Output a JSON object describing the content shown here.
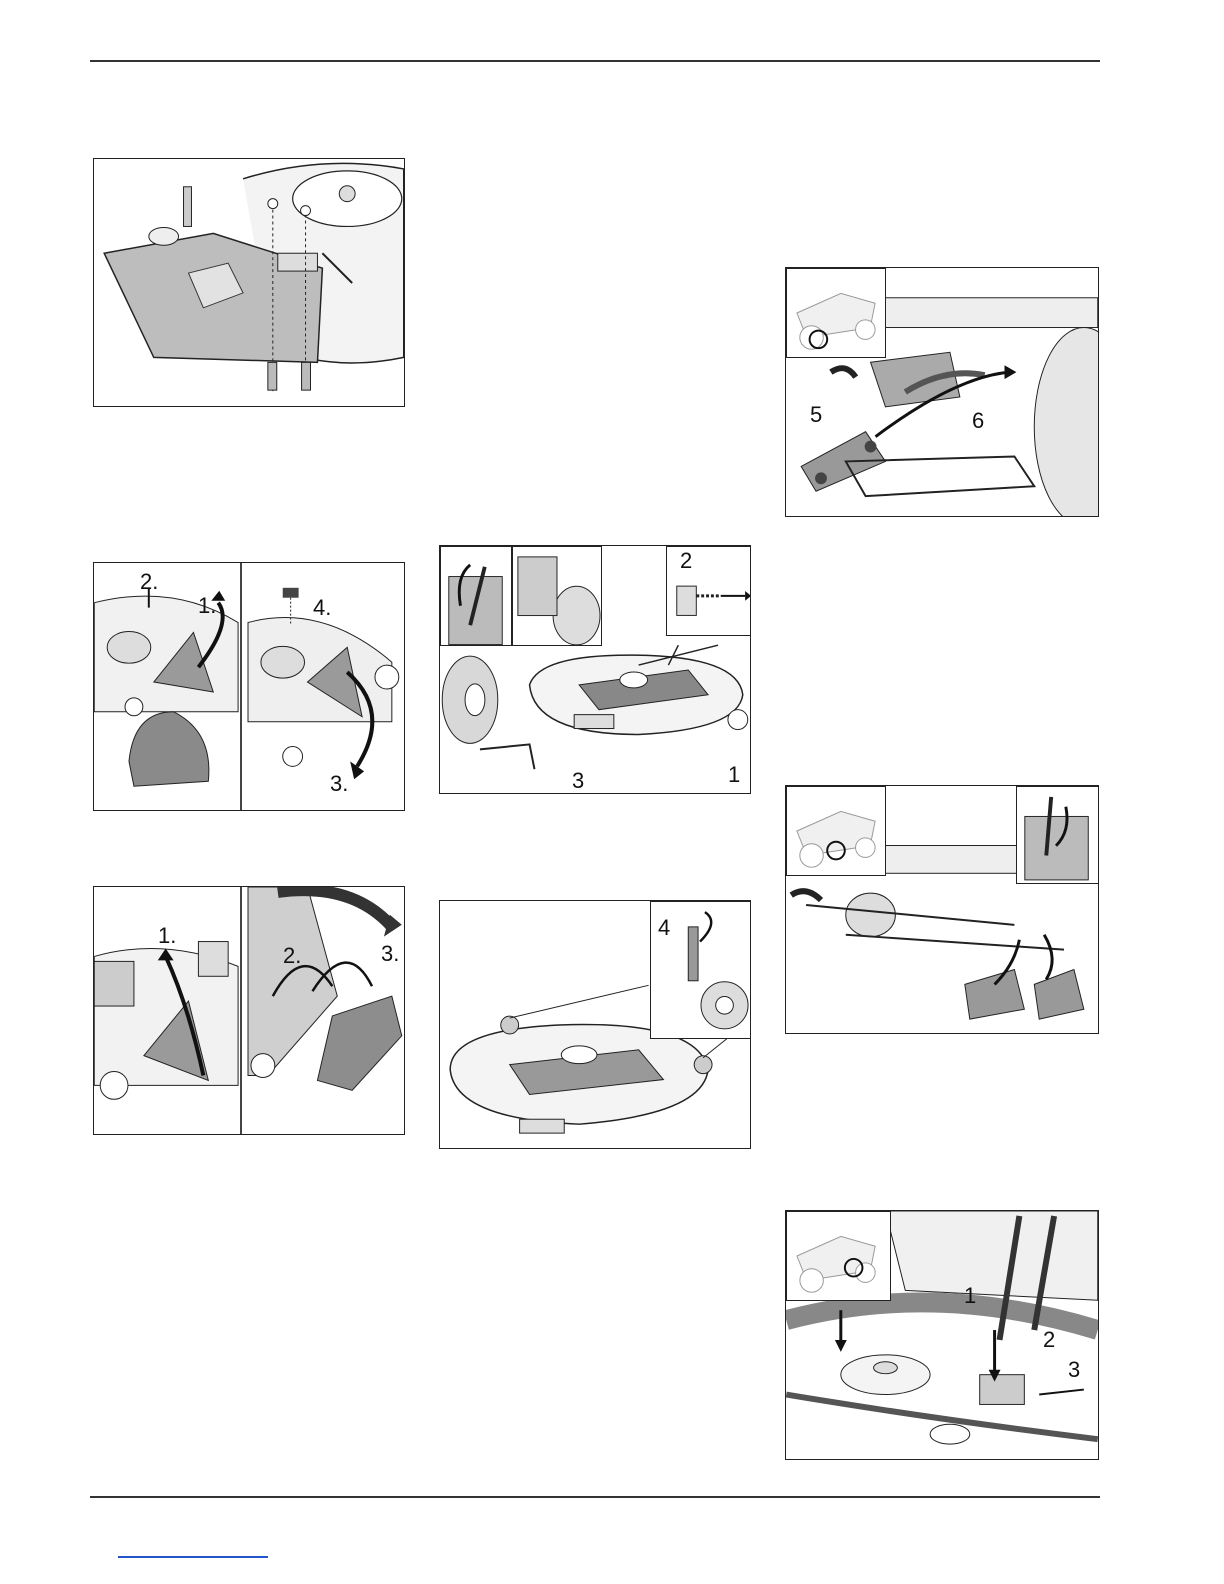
{
  "figures": {
    "fig1": {},
    "fig2": {
      "labels": [
        "2.",
        "1.",
        "4.",
        "3."
      ]
    },
    "fig3": {
      "labels": [
        "1.",
        "2.",
        "3."
      ]
    },
    "fig4": {
      "labels": [
        "2",
        "3",
        "1"
      ]
    },
    "fig5": {
      "labels": [
        "4"
      ]
    },
    "fig6": {
      "labels": [
        "5",
        "6"
      ]
    },
    "fig7": {},
    "fig8": {
      "labels": [
        "1",
        "2",
        "3"
      ]
    }
  }
}
